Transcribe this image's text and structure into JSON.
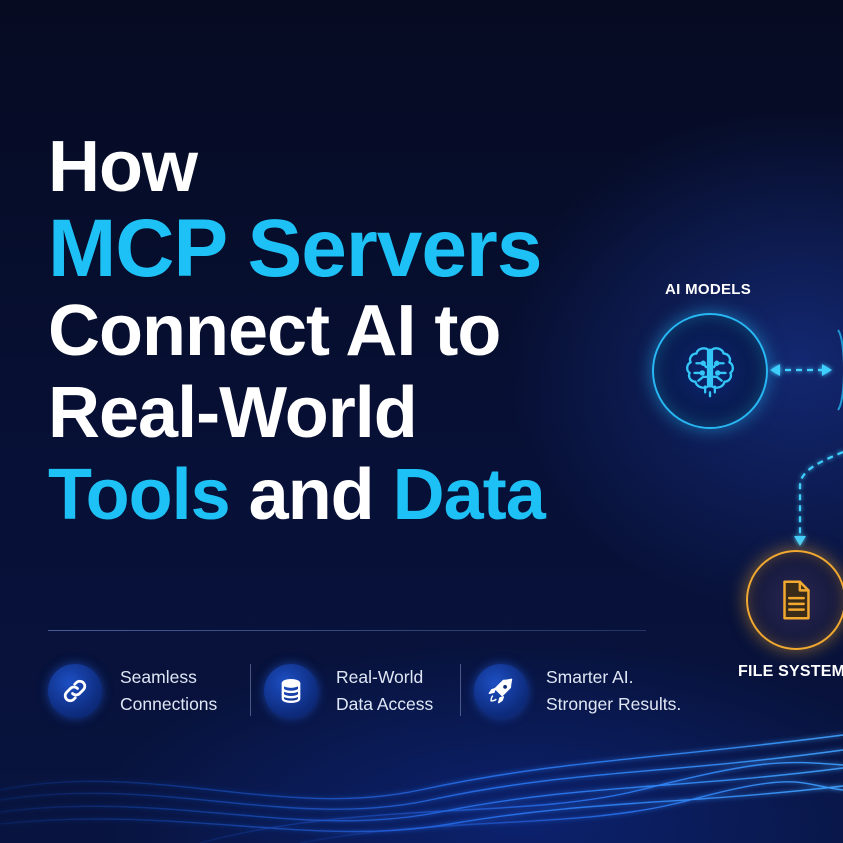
{
  "headline": {
    "line1": "How",
    "line2": "MCP Servers",
    "line3": "Connect AI to",
    "line4": "Real-World",
    "line5_accent_a": "Tools",
    "line5_plain": " and ",
    "line5_accent_b": "Data"
  },
  "features": [
    {
      "icon": "link-icon",
      "line1": "Seamless",
      "line2": "Connections"
    },
    {
      "icon": "database-icon",
      "line1": "Real-World",
      "line2": "Data Access"
    },
    {
      "icon": "rocket-icon",
      "line1": "Smarter AI.",
      "line2": "Stronger Results."
    }
  ],
  "diagram": {
    "ai_models_label": "AI MODELS",
    "ai_models_icon": "brain-circuit-icon",
    "file_system_label": "FILE SYSTEM",
    "file_system_icon": "document-icon"
  },
  "colors": {
    "accent": "#1ec1f5",
    "text": "#ffffff",
    "ai_ring": "#27b7f3",
    "file_ring": "#f2a930",
    "background": "#060b22"
  }
}
